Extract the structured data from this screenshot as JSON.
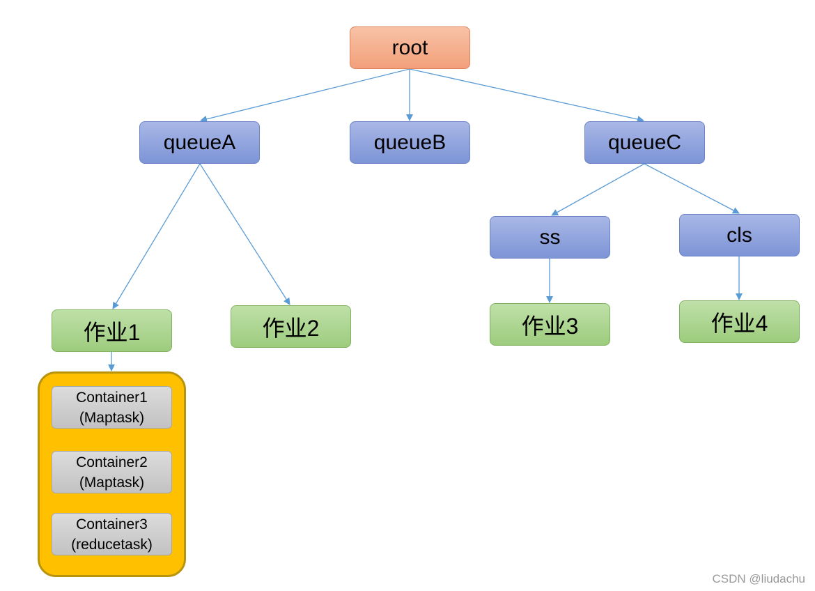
{
  "tree": {
    "root": "root",
    "queues": [
      "queueA",
      "queueB",
      "queueC"
    ],
    "sub_queues": [
      "ss",
      "cls"
    ],
    "jobs": [
      "作业1",
      "作业2",
      "作业3",
      "作业4"
    ],
    "containers": [
      {
        "name": "Container1",
        "task": "(Maptask)"
      },
      {
        "name": "Container2",
        "task": "(Maptask)"
      },
      {
        "name": "Container3",
        "task": "(reducetask)"
      }
    ]
  },
  "colors": {
    "root_fill": "#f4aa86",
    "queue_fill": "#8fa3dd",
    "job_fill": "#aed690",
    "container_group_fill": "#ffc000",
    "container_fill": "#cfcfcf",
    "edge": "#5b9bd5"
  },
  "watermark": "CSDN @liudachu"
}
